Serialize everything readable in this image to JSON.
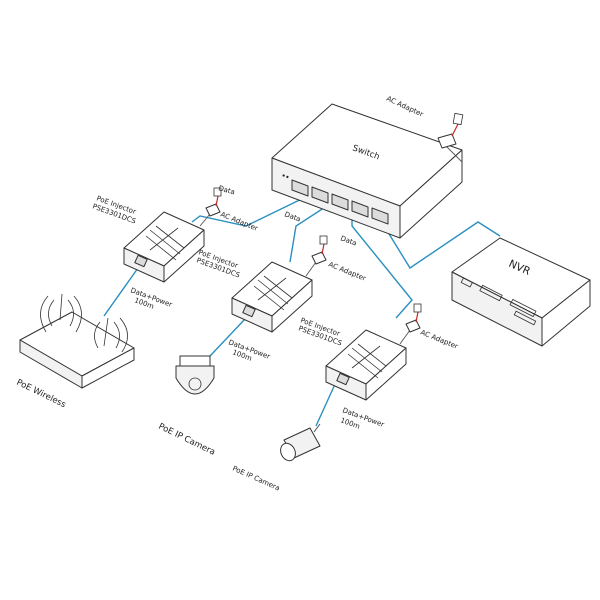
{
  "colors": {
    "cable": "#2a8fc0",
    "power": "#c62828",
    "line": "#333333"
  },
  "switch": {
    "label": "Switch",
    "adapter_label": "AC Adapter"
  },
  "nvr": {
    "label": "NVR"
  },
  "data_labels": {
    "injector1": "Data",
    "switch_left": "Data",
    "switch_mid": "Data"
  },
  "injectors": [
    {
      "label_line1": "PoE Injector",
      "label_line2": "PSE3301DCS",
      "adapter_label": "AC Adapter",
      "output_line1": "Data+Power",
      "output_line2": "100m"
    },
    {
      "label_line1": "PoE Injector",
      "label_line2": "PSE3301DCS",
      "adapter_label": "AC Adapter",
      "output_line1": "Data+Power",
      "output_line2": "100m"
    },
    {
      "label_line1": "PoE Injector",
      "label_line2": "PSE3301DCS",
      "adapter_label": "AC Adapter",
      "output_line1": "Data+Power",
      "output_line2": "100m"
    }
  ],
  "endpoints": {
    "wireless": "PoE Wireless",
    "dome_camera": "PoE IP Camera",
    "bullet_camera": "PoE IP Camera"
  },
  "icons": [
    "ethernet-port-icon",
    "ac-plug-icon",
    "x-logo-icon",
    "antenna-icon",
    "dome-camera-icon",
    "bullet-camera-icon"
  ]
}
